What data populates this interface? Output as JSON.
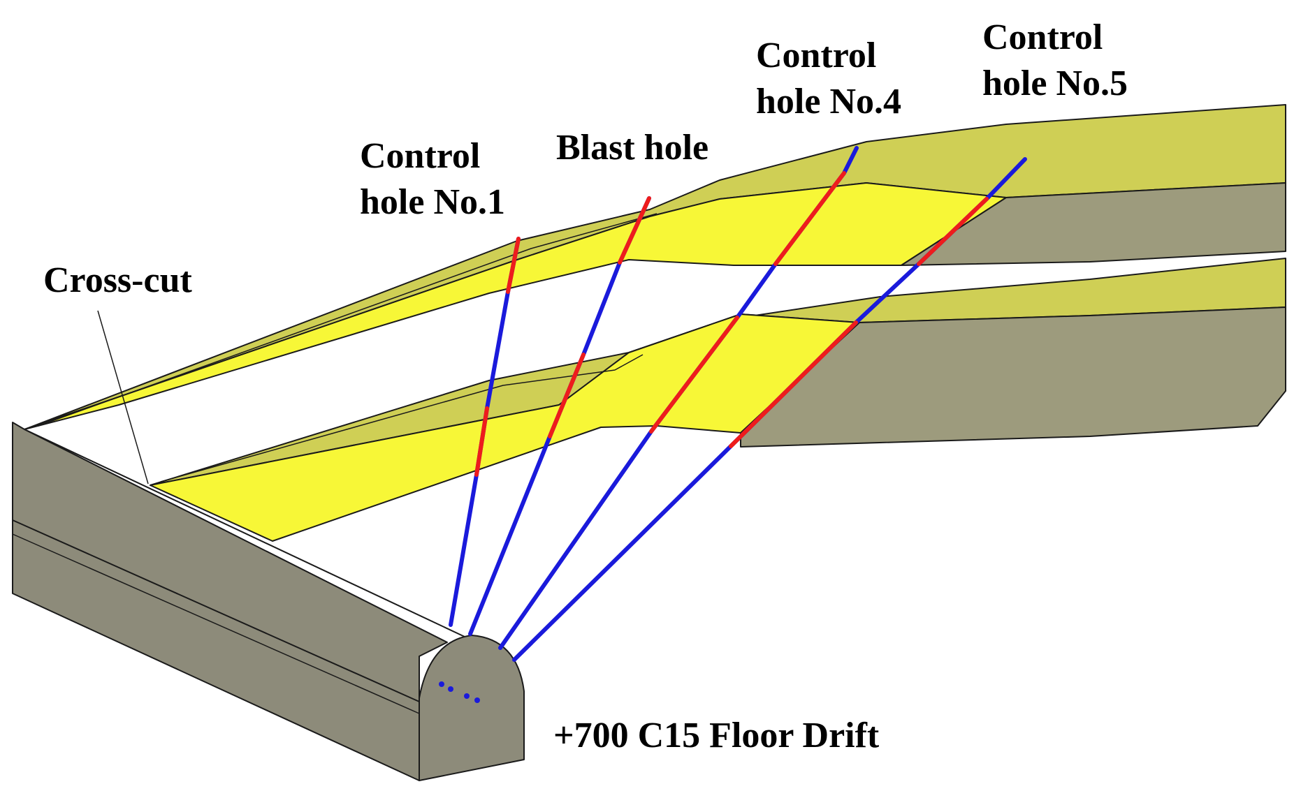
{
  "labels": {
    "cross_cut": "Cross-cut",
    "control_hole_1": [
      "Control",
      "hole No.1"
    ],
    "blast_hole": "Blast hole",
    "control_hole_4": [
      "Control",
      "hole No.4"
    ],
    "control_hole_5": [
      "Control",
      "hole No.5"
    ],
    "floor_drift": "+700 C15 Floor Drift"
  },
  "colors": {
    "coal_seam": "#f7f737",
    "seam_top_surface": "#cfcf55",
    "rock_face": "#9d9b7d",
    "drift": "#8d8b7a",
    "drill_hole": "#1a1adb",
    "coal_intersection": "#ee1c1c",
    "outline": "#1a1a1a"
  }
}
